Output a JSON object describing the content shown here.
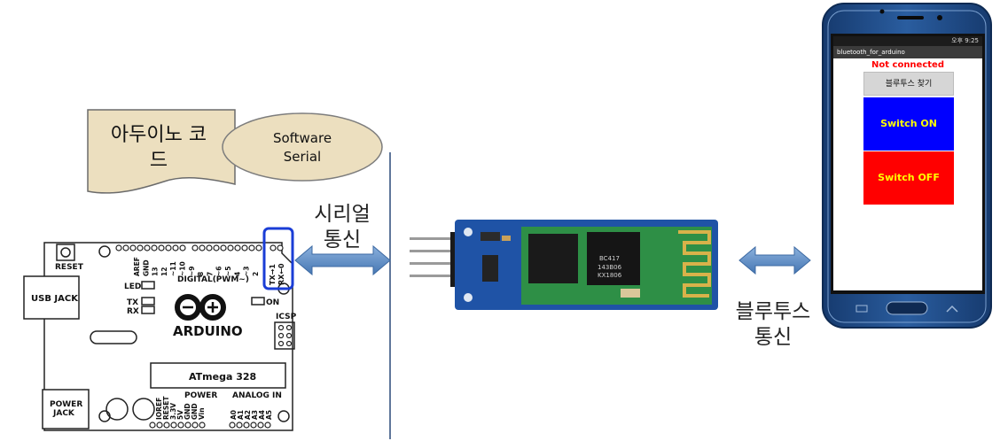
{
  "note": {
    "line1": "아두이노 코",
    "line2": "드"
  },
  "software_serial": {
    "line1": "Software",
    "line2": "Serial"
  },
  "serial_comm": {
    "line1": "시리얼",
    "line2": "통신"
  },
  "bluetooth_comm": {
    "line1": "블루투스",
    "line2": "통신"
  },
  "arduino_board": {
    "reset": "RESET",
    "usb_jack": "USB JACK",
    "led": "LED",
    "tx": "TX",
    "rx": "RX",
    "on": "ON",
    "icsp": "ICSP",
    "digital": "DIGITAL(PWM~)",
    "brand": "ARDUINO",
    "chip": "ATmega 328",
    "power_jack_1": "POWER",
    "power_jack_2": "JACK",
    "power": "POWER",
    "analog_in": "ANALOG IN",
    "tx_pin": "TX→1",
    "rx_pin": "RX←0",
    "digital_pins": [
      "AREF",
      "GND",
      "13",
      "12",
      "~11",
      "~10",
      "~9",
      "8",
      "7",
      "~6",
      "~5",
      "4",
      "~3",
      "2"
    ],
    "power_pins": [
      "IOREF",
      "RESET",
      "3.3V",
      "5V",
      "GND",
      "GND",
      "Vin"
    ],
    "analog_pins": [
      "A0",
      "A1",
      "A2",
      "A3",
      "A4",
      "A5"
    ]
  },
  "bt_module": {
    "chip_text_1": "BC417",
    "chip_text_2": "143B06",
    "chip_text_3": "KX1806"
  },
  "phone": {
    "status_bar": "오후 9:25",
    "app_title": "bluetooth_for_arduino",
    "status": "Not connected",
    "find_button": "블루투스 찾기",
    "switch_on": "Switch ON",
    "switch_off": "Switch OFF"
  },
  "colors": {
    "note_fill": "#ecdfbf",
    "ellipse_fill": "#ecdfbf",
    "arrow_fill": "#5d8ec6",
    "pcb_blue": "#1f53a6",
    "pcb_green": "#2e8f46",
    "phone_body": "#1f4a86",
    "highlight_box": "#1a3dd6"
  }
}
